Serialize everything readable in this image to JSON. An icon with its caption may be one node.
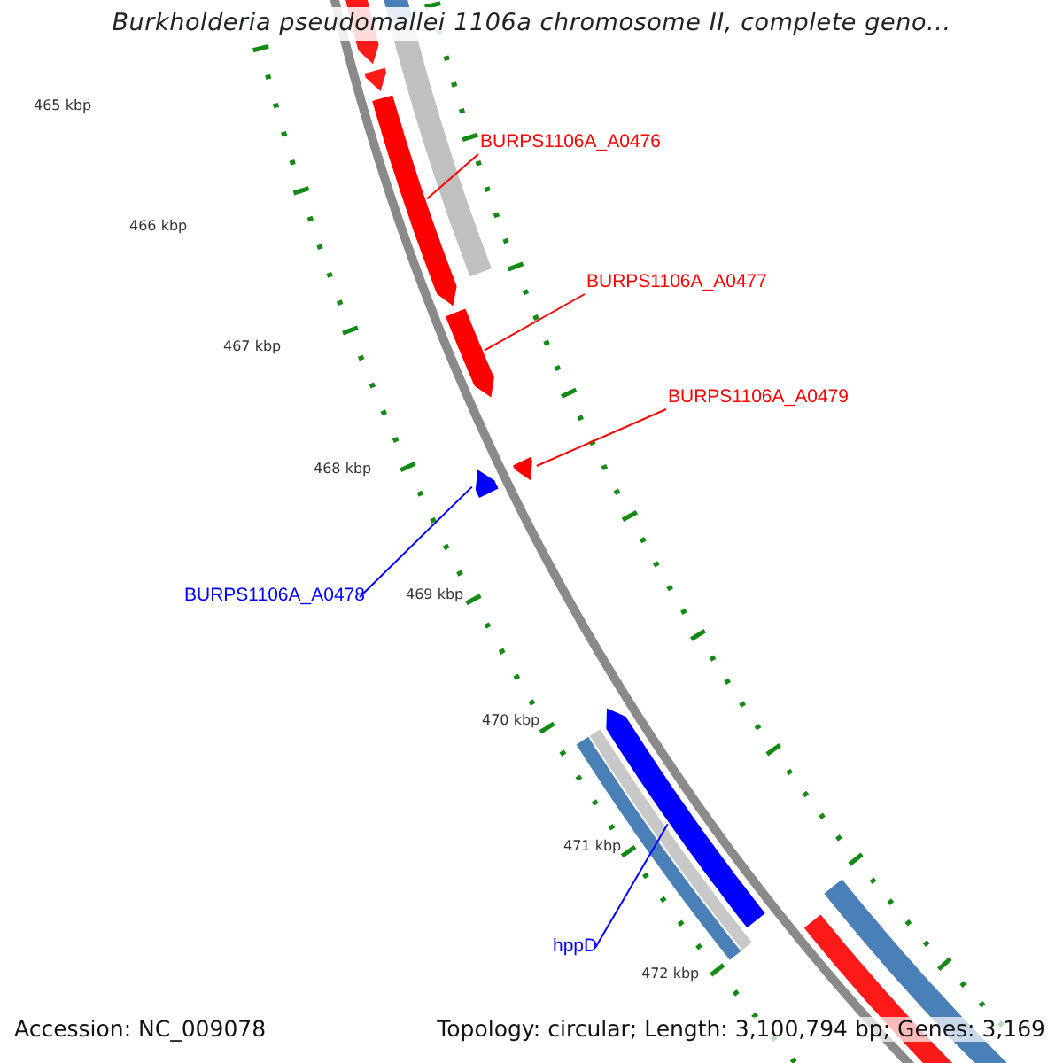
{
  "diagram": {
    "title": "Burkholderia pseudomallei 1106a chromosome II, complete geno...",
    "nodes": [
      {
        "text": [
          "BURPS1106A_A0476"
        ]
      },
      {
        "text": [
          "BURPS1106A_A0477"
        ]
      },
      {
        "text": [
          "BURPS1106A_A0479"
        ]
      },
      {
        "text": [
          "BURPS1106A_A0478"
        ]
      },
      {
        "text": [
          "hppD"
        ]
      },
      {
        "text": [],
        "shape": "bar"
      },
      {
        "text": [],
        "shape": "bar"
      },
      {
        "text": [],
        "shape": "bar"
      },
      {
        "text": [],
        "shape": "bar"
      },
      {
        "text": [],
        "shape": "bar"
      }
    ],
    "edges": [
      {
        "from": 0,
        "to": 5,
        "arrow": "none"
      },
      {
        "from": 1,
        "to": 6,
        "arrow": "none"
      },
      {
        "from": 2,
        "to": 7,
        "arrow": "none"
      },
      {
        "from": 3,
        "to": 8,
        "arrow": "none",
        "color": "#0000ff"
      },
      {
        "from": 4,
        "to": 9,
        "arrow": "none",
        "color": "#0000ff"
      }
    ],
    "labels": [
      "465 kbp",
      "466 kbp",
      "467 kbp",
      "468 kbp",
      "469 kbp",
      "470 kbp",
      "471 kbp",
      "472 kbp",
      "Accession: NC_009078",
      "Topology: circular; Length: 3,100,794 bp; Genes: 3,169"
    ]
  }
}
